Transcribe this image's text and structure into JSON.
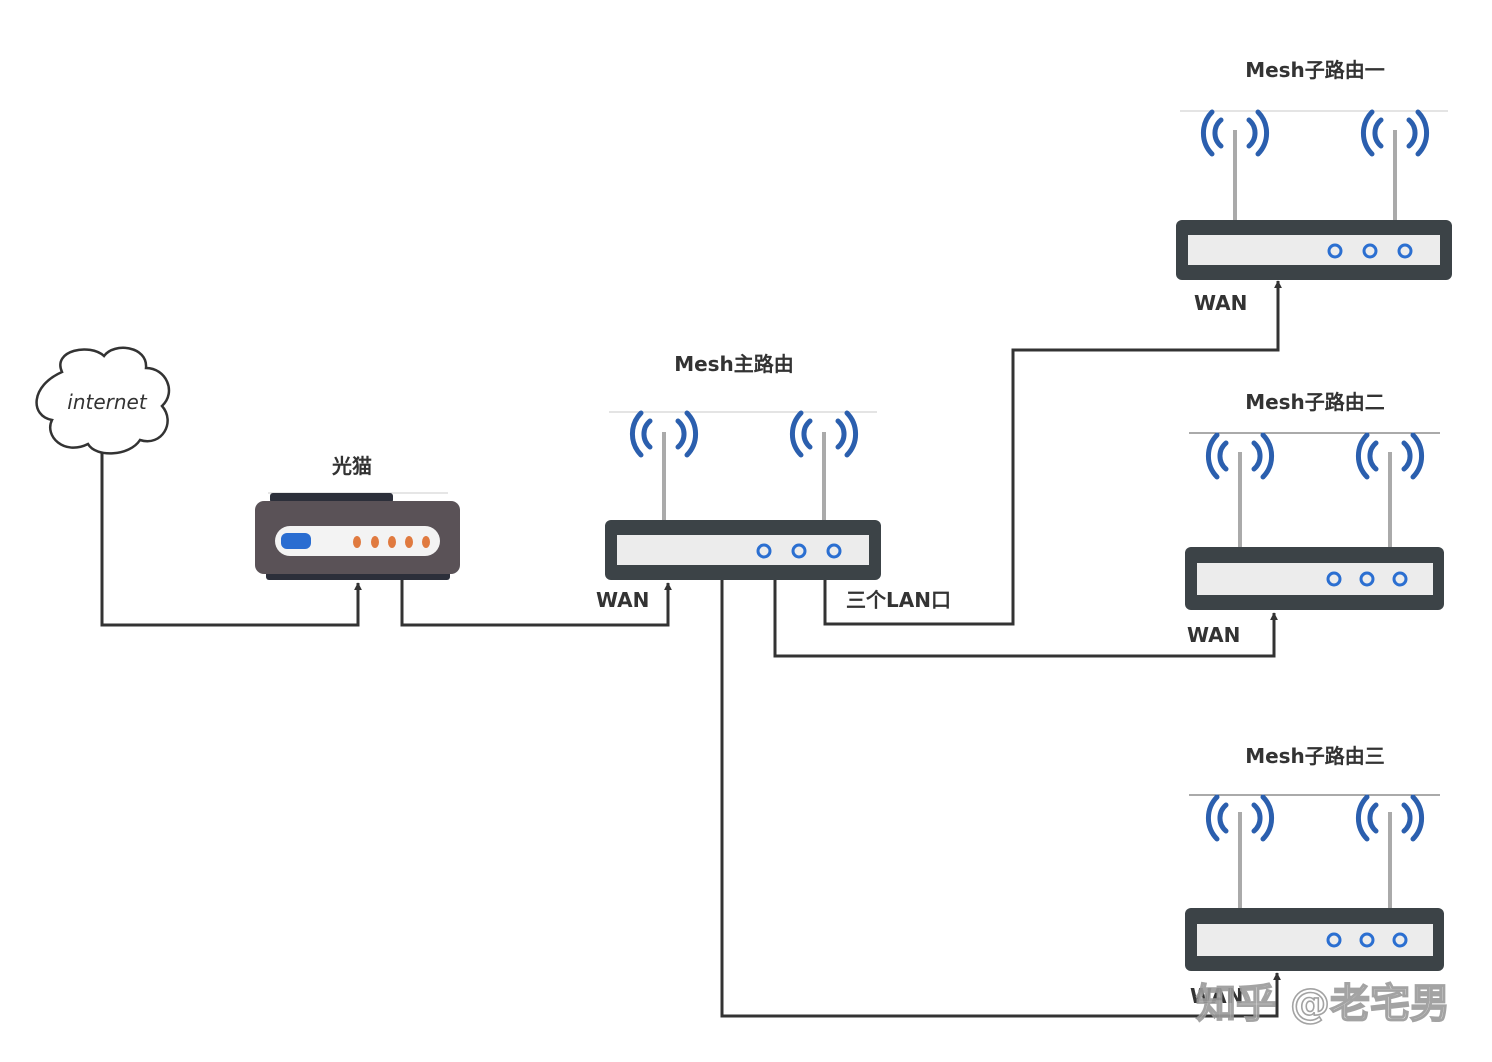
{
  "cloud": {
    "label": "internet"
  },
  "modem": {
    "title": "光猫",
    "led_color": "#e07a3f",
    "port_color": "#2a6dd1"
  },
  "main_router": {
    "title": "Mesh主路由",
    "wan_label": "WAN",
    "lan_label": "三个LAN口"
  },
  "sub_routers": [
    {
      "title": "Mesh子路由一",
      "wan_label": "WAN"
    },
    {
      "title": "Mesh子路由二",
      "wan_label": "WAN"
    },
    {
      "title": "Mesh子路由三",
      "wan_label": "WAN"
    }
  ],
  "watermark": "知乎 @老宅男",
  "colors": {
    "router_frame": "#3c4347",
    "router_panel": "#ececec",
    "signal_arc": "#2b5fae",
    "led_ring": "#2b6fd1",
    "modem_body": "#5a5257",
    "line": "#333333"
  }
}
